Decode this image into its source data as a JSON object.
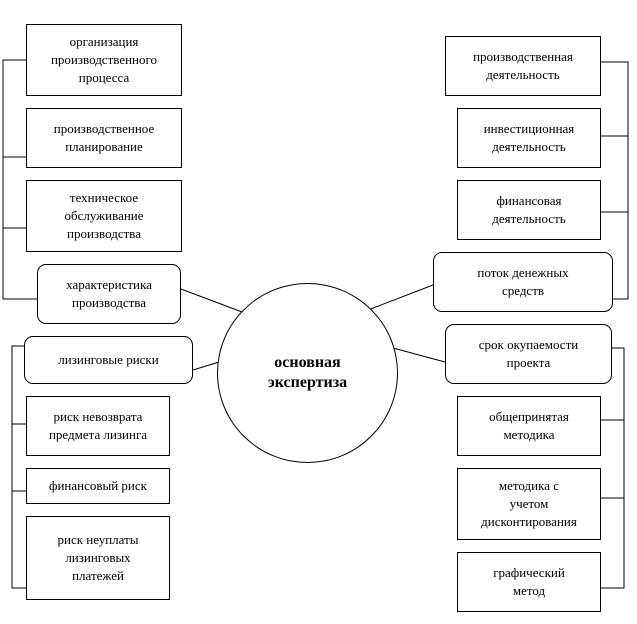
{
  "diagram": {
    "center": {
      "text": "основная\nэкспертиза"
    },
    "left_top": [
      {
        "text": "организация\nпроизводственного\nпроцесса"
      },
      {
        "text": "производственное\nпланирование"
      },
      {
        "text": "техническое\nобслуживание\nпроизводства"
      },
      {
        "text": "характеристика\nпроизводства"
      }
    ],
    "left_bottom": [
      {
        "text": "лизинговые риски"
      },
      {
        "text": "риск невозврата\nпредмета лизинга"
      },
      {
        "text": "финансовый риск"
      },
      {
        "text": "риск неуплаты\nлизинговых\nплатежей"
      }
    ],
    "right_top": [
      {
        "text": "производственная\nдеятельность"
      },
      {
        "text": "инвестиционная\nдеятельность"
      },
      {
        "text": "финансовая\nдеятельность"
      },
      {
        "text": "поток денежных\nсредств"
      }
    ],
    "right_bottom": [
      {
        "text": "срок окупаемости\nпроекта"
      },
      {
        "text": "общепринятая\nметодика"
      },
      {
        "text": "методика с\nучетом\nдисконтирования"
      },
      {
        "text": "графический\nметод"
      }
    ]
  }
}
